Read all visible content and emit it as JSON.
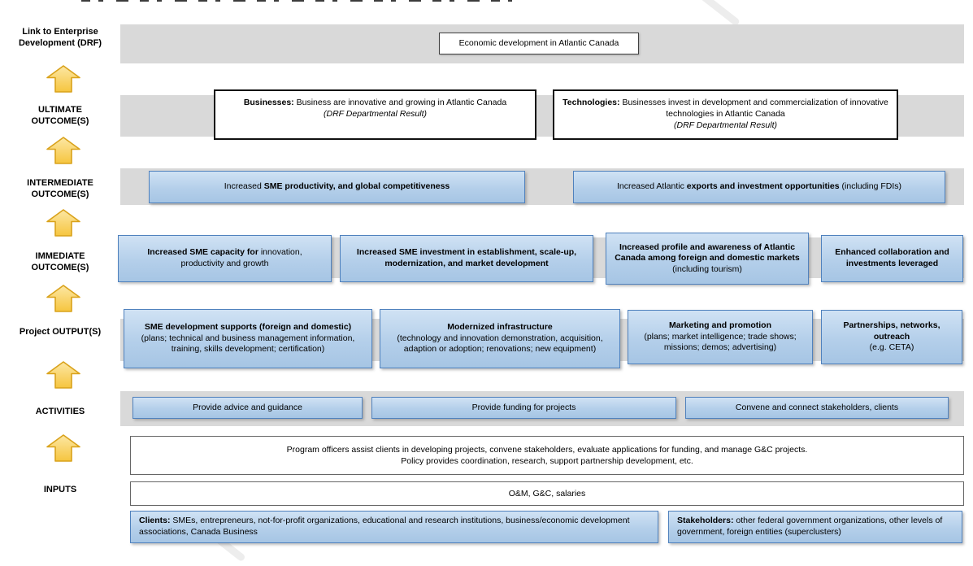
{
  "palette": {
    "band_gray": "#d9d9d9",
    "box_blue_fill": "#b4cfea",
    "box_blue_border": "#4f81bd",
    "arrow_fill": "#fbd45f",
    "arrow_border": "#d9a21b"
  },
  "left_rail": {
    "arrow_icon": "up-block-arrow",
    "items": [
      {
        "label": "Link to Enterprise Development (DRF)"
      },
      {
        "label": "ULTIMATE OUTCOME(S)"
      },
      {
        "label": "INTERMEDIATE OUTCOME(S)"
      },
      {
        "label": "IMMEDIATE OUTCOME(S)"
      },
      {
        "label": "Project OUTPUT(S)"
      },
      {
        "label": "ACTIVITIES"
      },
      {
        "label": "INPUTS"
      }
    ]
  },
  "drf_link": {
    "title": "Economic development in Atlantic Canada"
  },
  "ultimate": {
    "boxes": [
      {
        "lead": "Businesses:",
        "text": " Business are innovative and growing in Atlantic Canada",
        "note": "(DRF Departmental Result)"
      },
      {
        "lead": "Technologies:",
        "text": " Businesses invest in development and commercialization of innovative technologies in Atlantic Canada",
        "note": "(DRF Departmental Result)"
      }
    ]
  },
  "intermediate": {
    "boxes": [
      {
        "pre": "Increased ",
        "bold": "SME productivity, and global competitiveness",
        "post": ""
      },
      {
        "pre": "Increased Atlantic ",
        "bold": "exports and investment opportunities",
        "post": " (including FDIs)"
      }
    ]
  },
  "immediate": {
    "boxes": [
      {
        "bold": "Increased SME capacity for",
        "normal": " innovation, productivity and growth"
      },
      {
        "bold": "Increased SME investment in establishment, scale-up, modernization, and market development",
        "normal": ""
      },
      {
        "bold": "Increased profile and awareness of Atlantic Canada among foreign and domestic markets",
        "normal": " (including tourism)"
      },
      {
        "bold": "Enhanced collaboration and investments leveraged",
        "normal": ""
      }
    ]
  },
  "outputs": {
    "boxes": [
      {
        "title": "SME development supports (foreign and domestic)",
        "detail": "(plans; technical and business management information, training, skills development; certification)"
      },
      {
        "title": "Modernized infrastructure",
        "detail": "(technology and innovation demonstration, acquisition, adaption or adoption; renovations; new equipment)"
      },
      {
        "title": "Marketing and promotion",
        "detail": "(plans; market intelligence; trade shows; missions; demos; advertising)"
      },
      {
        "title": "Partnerships, networks, outreach",
        "detail": "(e.g. CETA)"
      }
    ]
  },
  "activities": {
    "boxes": [
      {
        "label": "Provide advice and guidance"
      },
      {
        "label": "Provide funding for projects"
      },
      {
        "label": "Convene and connect stakeholders, clients"
      }
    ]
  },
  "program": {
    "line1": "Program officers assist clients in developing projects, convene stakeholders, evaluate applications for funding, and manage G&C projects.",
    "line2": "Policy provides coordination, research, support partnership development, etc."
  },
  "inputs": {
    "resources": "O&M, G&C, salaries"
  },
  "foundation": {
    "boxes": [
      {
        "lead": "Clients:",
        "text": " SMEs, entrepreneurs, not-for-profit organizations, educational and research institutions, business/economic development associations, Canada Business"
      },
      {
        "lead": "Stakeholders:",
        "text": " other federal government organizations, other levels of government, foreign entities (superclusters)"
      }
    ]
  }
}
